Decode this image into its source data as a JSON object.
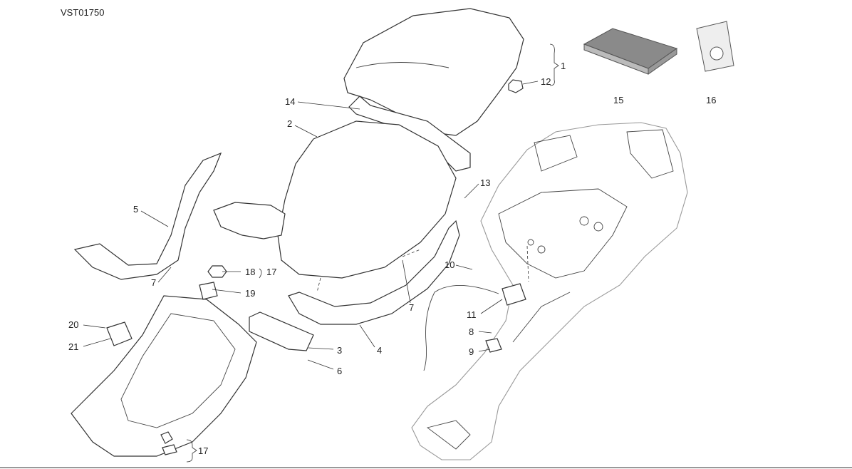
{
  "diagram": {
    "code": "VST01750",
    "callouts": {
      "c1": "1",
      "c2": "2",
      "c3": "3",
      "c4": "4",
      "c5": "5",
      "c6": "6",
      "c7a": "7",
      "c7b": "7",
      "c8": "8",
      "c9": "9",
      "c10": "10",
      "c11": "11",
      "c12": "12",
      "c13": "13",
      "c14": "14",
      "c15": "15",
      "c16": "16",
      "c17a": "17",
      "c17b": "17",
      "c18": "18",
      "c19": "19",
      "c20": "20",
      "c21": "21"
    }
  }
}
